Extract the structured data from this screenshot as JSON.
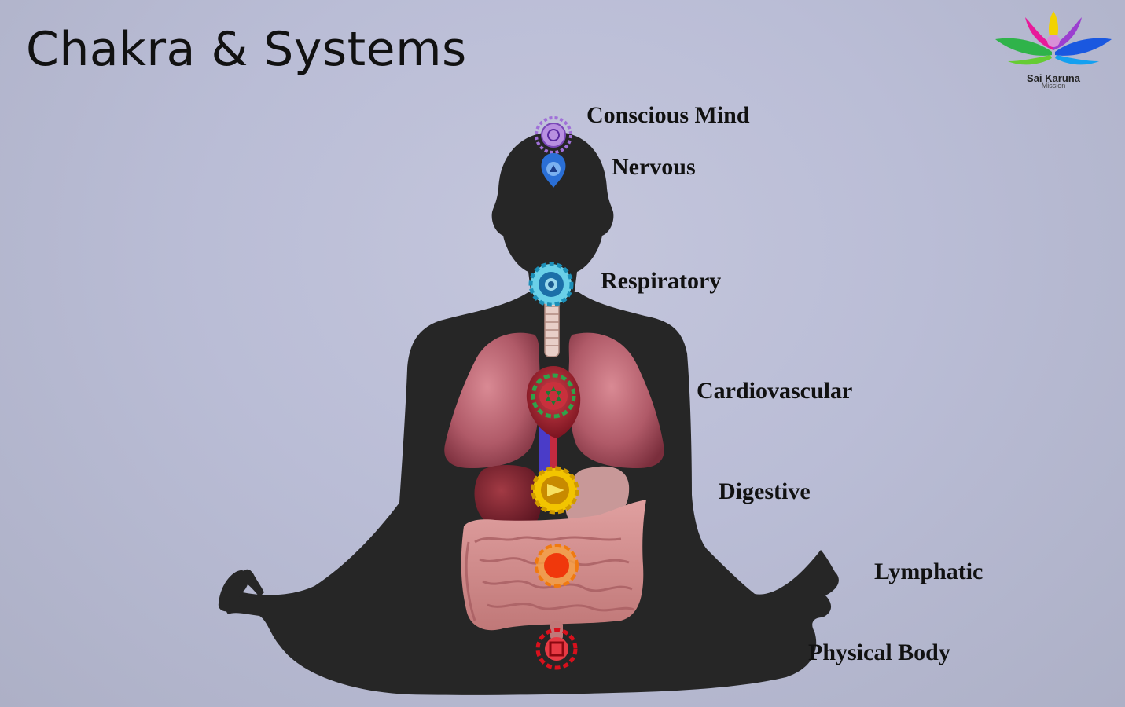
{
  "title": "Chakra & Systems",
  "logo": {
    "name": "Sai Karuna",
    "subtitle": "Mission"
  },
  "systems": [
    {
      "label": "Conscious Mind",
      "chakra_color": "#9a6ad0",
      "icon": "crown-chakra-icon"
    },
    {
      "label": "Nervous",
      "chakra_color": "#2a6fd6",
      "icon": "third-eye-chakra-icon"
    },
    {
      "label": "Respiratory",
      "chakra_color": "#1c8fb8",
      "icon": "throat-chakra-icon"
    },
    {
      "label": "Cardiovascular",
      "chakra_color": "#2fa34a",
      "icon": "heart-chakra-icon"
    },
    {
      "label": "Digestive",
      "chakra_color": "#e6b800",
      "icon": "solar-plexus-chakra-icon"
    },
    {
      "label": "Lymphatic",
      "chakra_color": "#f07a10",
      "icon": "sacral-chakra-icon"
    },
    {
      "label": "Physical Body",
      "chakra_color": "#d8101c",
      "icon": "root-chakra-icon"
    }
  ]
}
